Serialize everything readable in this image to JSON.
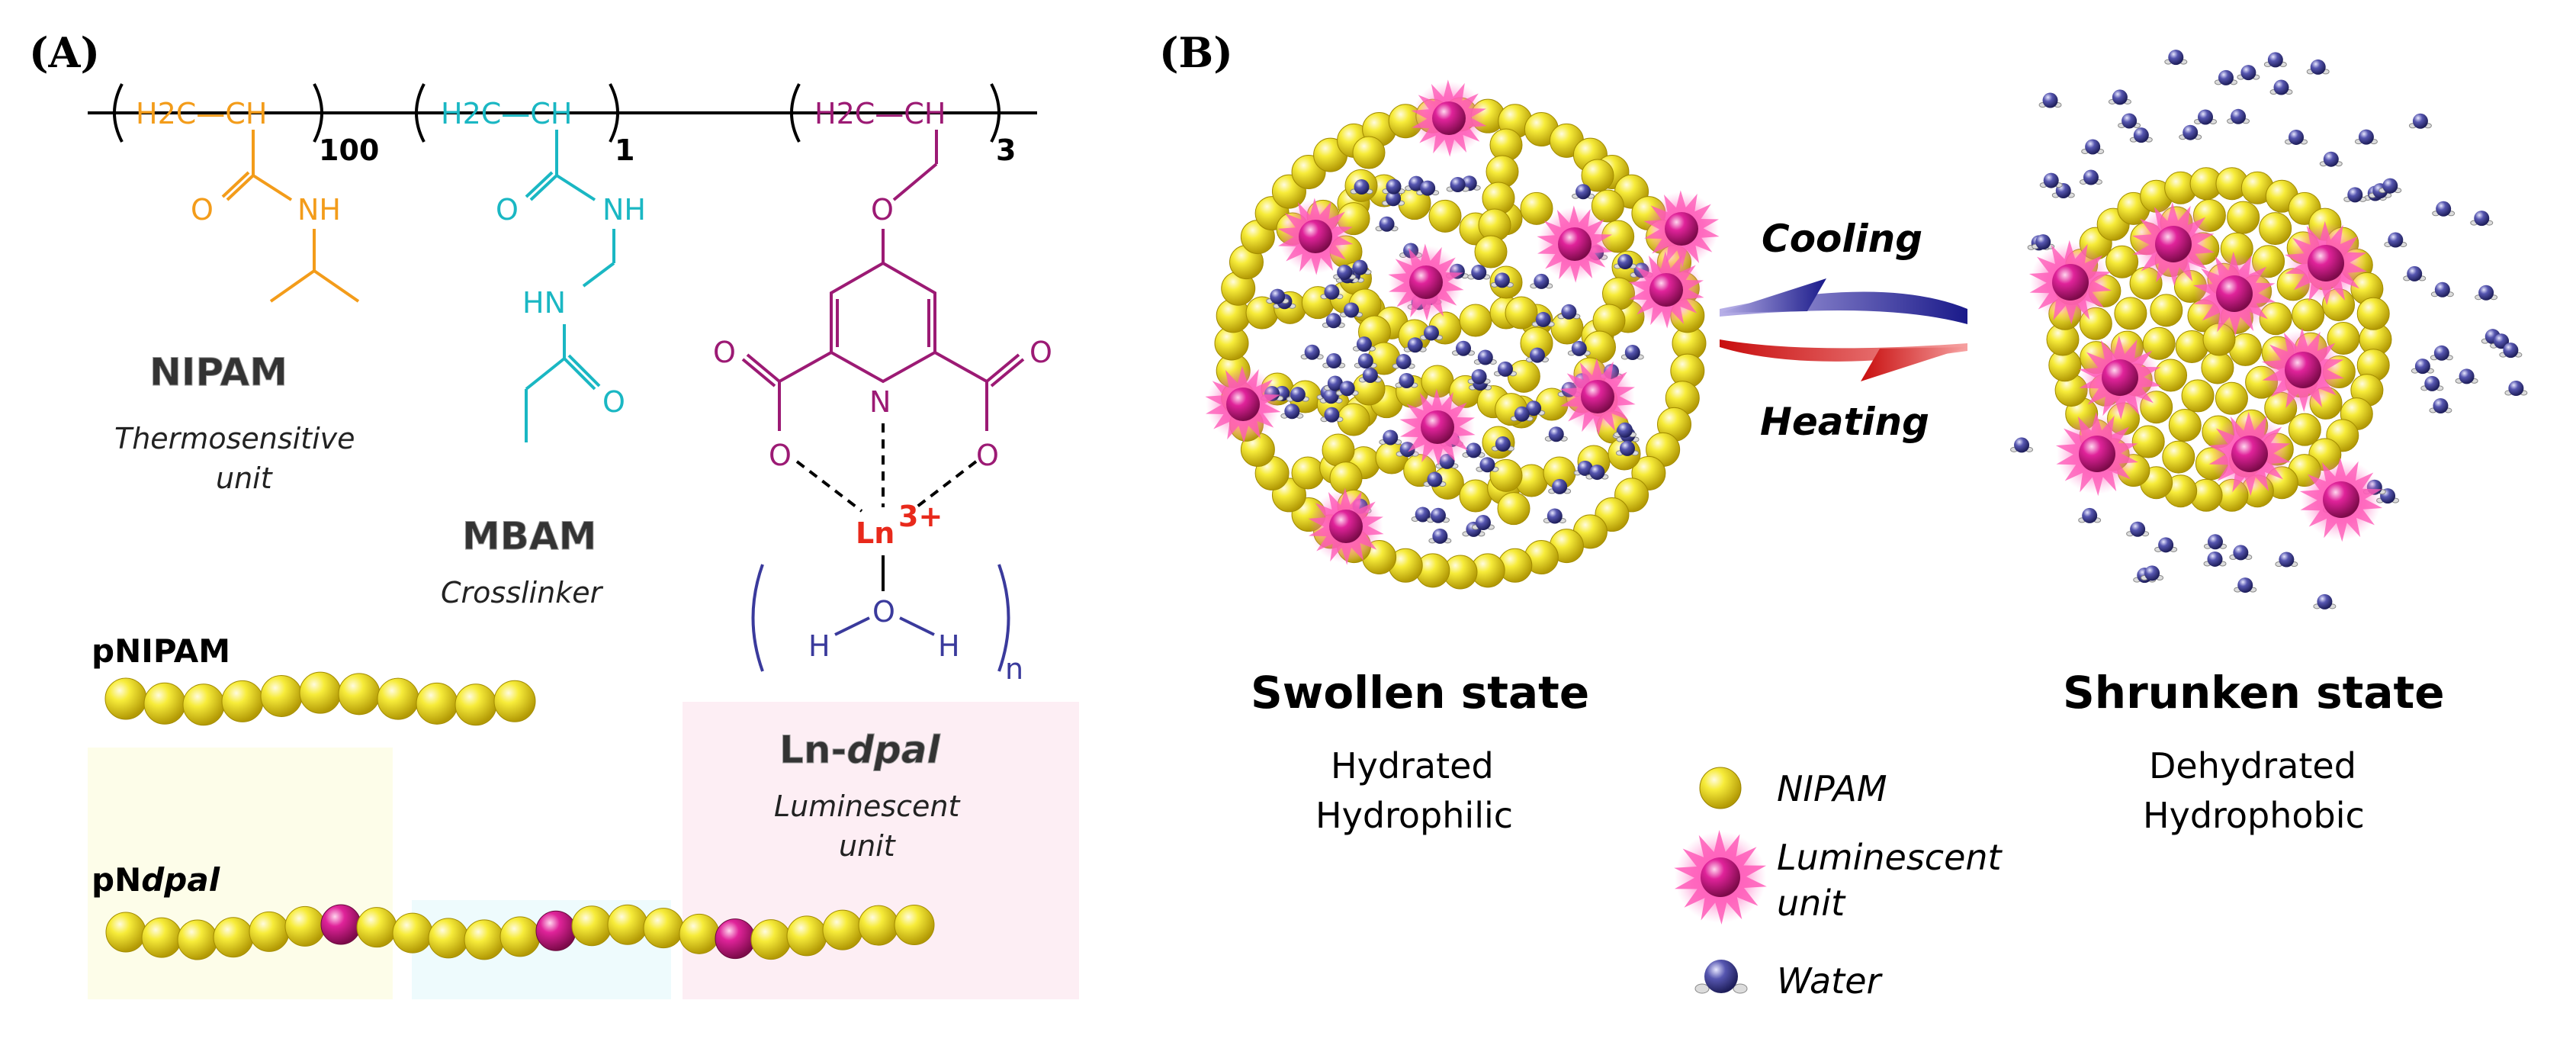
{
  "panel_a": {
    "label": "(A)",
    "chain": {
      "nipam_group": "H2C—CH",
      "nipam_subscript": "100",
      "mbam_group": "H2C—CH",
      "mbam_subscript": "1",
      "dpal_group": "H2C—CH",
      "dpal_subscript": "3",
      "nipam_amide_o": "O",
      "nipam_amide_nh": "NH",
      "mbam_amide_o": "O",
      "mbam_amide_nh": "NH",
      "mbam_hn": "HN",
      "mbam_o2": "O",
      "dpal_ether_o": "O",
      "dpal_n": "N",
      "dpal_o_left": "O",
      "dpal_o_right": "O",
      "dpal_o_left_bottom": "O",
      "dpal_o_right_bottom": "O",
      "ln": "Ln",
      "ln_charge": "3+",
      "water_o": "O",
      "water_h_left": "H",
      "water_h_right": "H",
      "water_n": "n"
    },
    "nipam_title": "NIPAM",
    "nipam_desc_1": "Thermosensitive",
    "nipam_desc_2": "unit",
    "mbam_title": "MBAM",
    "mbam_desc": "Crosslinker",
    "lndpal_title_1": "Ln-",
    "lndpal_title_2": "dpal",
    "lndpal_desc_1": "Luminescent",
    "lndpal_desc_2": "unit",
    "pnipam_label": "pNIPAM",
    "pndpal_label_1": "pN",
    "pndpal_label_2": "dpal"
  },
  "panel_b": {
    "label": "(B)",
    "cooling": "Cooling",
    "heating": "Heating",
    "swollen_title": "Swollen state",
    "swollen_desc_1": "Hydrated",
    "swollen_desc_2": "Hydrophilic",
    "shrunken_title": "Shrunken state",
    "shrunken_desc_1": "Dehydrated",
    "shrunken_desc_2": "Hydrophobic",
    "legend": {
      "nipam": "NIPAM",
      "luminescent_1": "Luminescent",
      "luminescent_2": "unit",
      "water": "Water"
    }
  },
  "colors": {
    "nipam": "#f39c1a",
    "mbam": "#1ab7c3",
    "dpal": "#9c1a74",
    "ln": "#e8291b",
    "water_chem": "#3a3a9c",
    "bead_yellow": "#f2e11c",
    "bead_magenta": "#d8157f",
    "water_ball": "#3c3c8c"
  }
}
